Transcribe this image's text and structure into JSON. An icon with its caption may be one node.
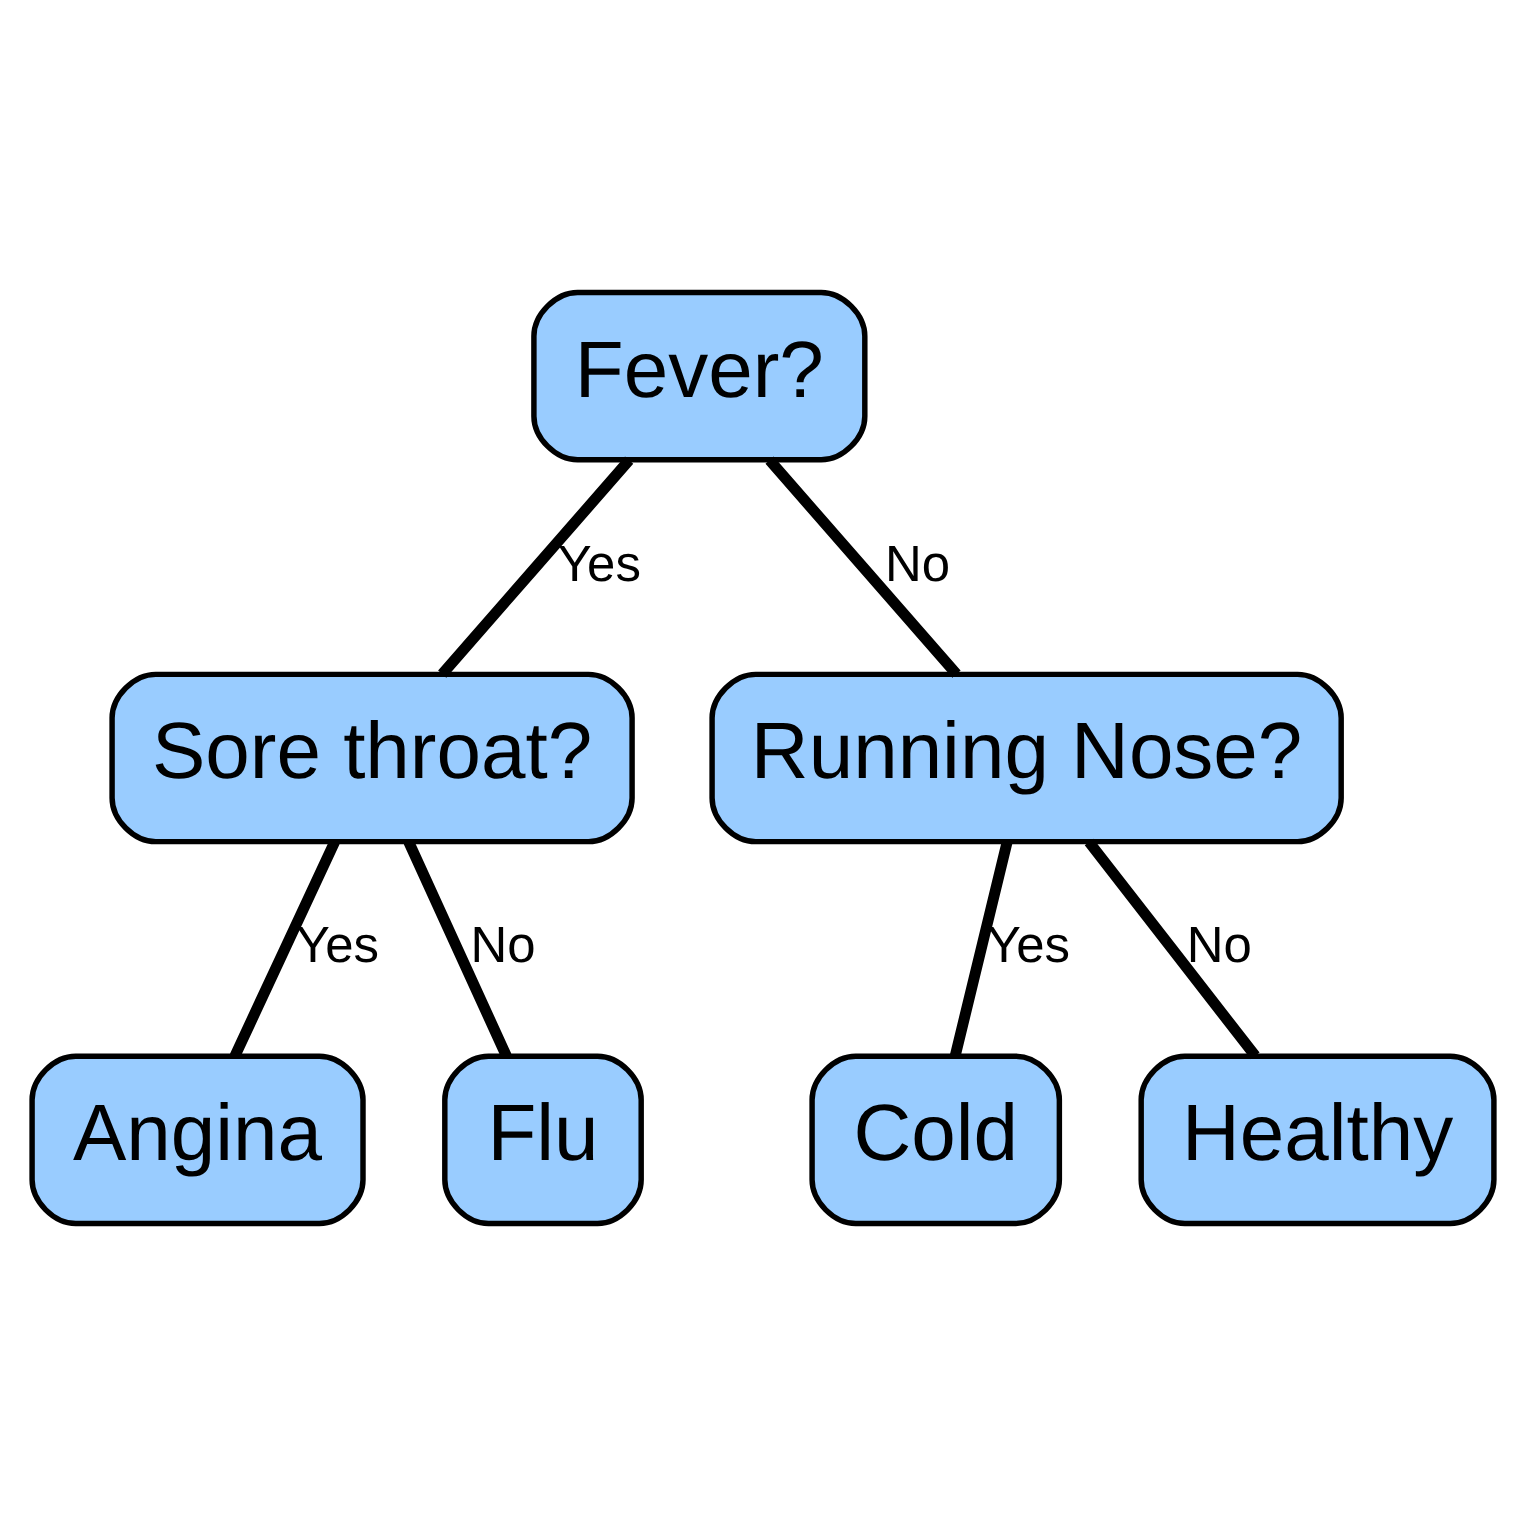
{
  "diagram": {
    "nodes": [
      {
        "text": [
          "Fever?"
        ]
      },
      {
        "text": [
          "Sore throat?"
        ]
      },
      {
        "text": [
          "Running Nose?"
        ]
      },
      {
        "text": [
          "Angina"
        ]
      },
      {
        "text": [
          "Flu"
        ]
      },
      {
        "text": [
          "Cold"
        ]
      },
      {
        "text": [
          "Healthy"
        ]
      }
    ],
    "edges": [
      {
        "from": 0,
        "to": 1,
        "arrow": "none",
        "label": "Yes"
      },
      {
        "from": 0,
        "to": 2,
        "arrow": "none",
        "label": "No"
      },
      {
        "from": 1,
        "to": 3,
        "arrow": "none",
        "label": "Yes"
      },
      {
        "from": 1,
        "to": 4,
        "arrow": "none",
        "label": "No"
      },
      {
        "from": 2,
        "to": 5,
        "arrow": "none",
        "label": "Yes"
      },
      {
        "from": 2,
        "to": 6,
        "arrow": "none",
        "label": "No"
      }
    ]
  }
}
